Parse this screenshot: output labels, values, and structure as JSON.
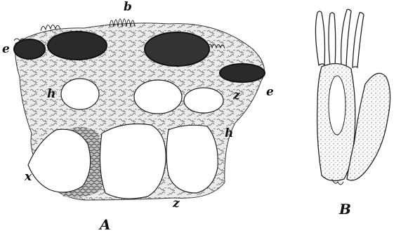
{
  "figure": {
    "panels": [
      {
        "id": "A",
        "caption": "A"
      },
      {
        "id": "B",
        "caption": "B"
      }
    ],
    "labels": {
      "b": "b",
      "e_left": "e",
      "e_right": "e",
      "h_left": "h",
      "h_right": "h",
      "z_mid": "z",
      "z_bottom": "z",
      "x": "x"
    }
  },
  "colors": {
    "ink": "#111111",
    "stipple": "#8a8a8a",
    "dark_cell": "#2a2a2a",
    "background": "#ffffff"
  }
}
